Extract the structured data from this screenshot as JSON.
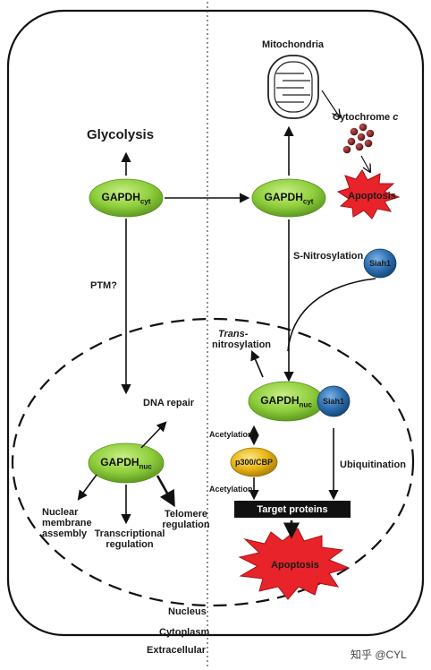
{
  "labels": {
    "glycolysis": "Glycolysis",
    "gapdh_main": "GAPDH",
    "sub_cyt": "cyt",
    "sub_nuc": "nuc",
    "mitochondria": "Mitochondria",
    "cytochrome_c_prefix": "Cytochrome",
    "cytochrome_c_suffix": "c",
    "apoptosis": "Apoptosis",
    "s_nitrosylation": "S-Nitrosylation",
    "siah1": "Siah1",
    "ptm": "PTM?",
    "trans_italic": "Trans-",
    "nitrosylation": "nitrosylation",
    "dna_repair": "DNA repair",
    "acetylation": "Acetylation",
    "p300cbp": "p300/CBP",
    "ubiquitination": "Ubiquitination",
    "target_proteins": "Target proteins",
    "nuclear_membrane_assembly_1": "Nuclear",
    "nuclear_membrane_assembly_2": "membrane",
    "nuclear_membrane_assembly_3": "assembly",
    "transcriptional_1": "Transcriptional",
    "transcriptional_2": "regulation",
    "telomere_1": "Telomere",
    "telomere_2": "regulation",
    "nucleus": "Nucleus",
    "cytoplasm": "Cytoplasm",
    "extracellular": "Extracellular",
    "watermark": "知乎 @CYL"
  },
  "colors": {
    "gapdh_green": "#8fce3c",
    "siah1_blue": "#2d6fb0",
    "p300_yellow": "#e8b515",
    "apoptosis_red": "#e8232a",
    "target_box": "#111111"
  }
}
